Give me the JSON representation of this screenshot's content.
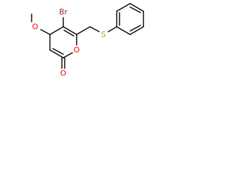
{
  "molecule": {
    "atoms": {
      "br": {
        "label": "Br",
        "color": "#a52a2a"
      },
      "o_methoxy": {
        "label": "O",
        "color": "#ff0000"
      },
      "o_ring": {
        "label": "O",
        "color": "#ff0000"
      },
      "o_carbonyl": {
        "label": "O",
        "color": "#ff0000"
      },
      "s": {
        "label": "S",
        "color": "#b8a000"
      }
    }
  }
}
